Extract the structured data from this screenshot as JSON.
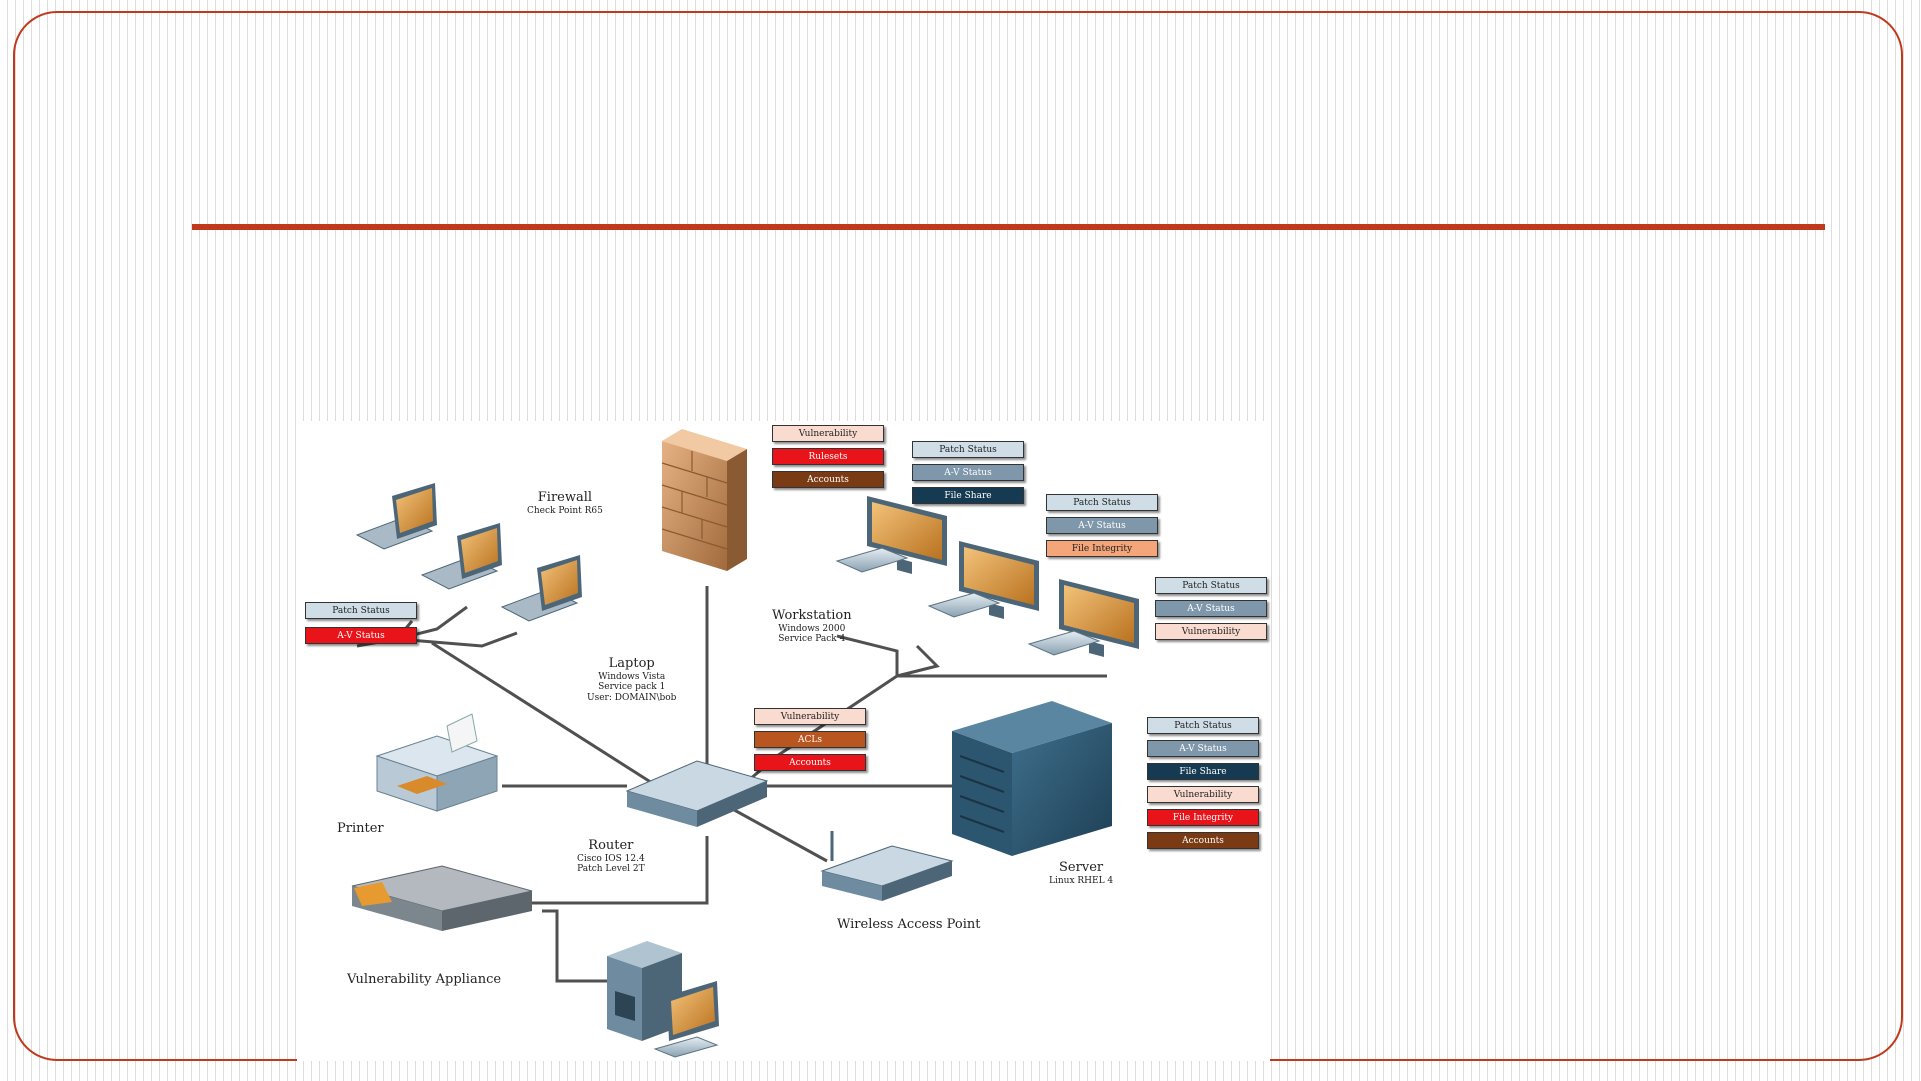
{
  "slide": {
    "accent_color": "#c0391b"
  },
  "nodes": {
    "firewall": {
      "title": "Firewall",
      "sub": [
        "Check Point R65"
      ]
    },
    "workstation": {
      "title": "Workstation",
      "sub": [
        "Windows 2000",
        "Service Pack 4"
      ]
    },
    "laptop": {
      "title": "Laptop",
      "sub": [
        "Windows Vista",
        "Service pack 1",
        "User: DOMAIN\\bob"
      ]
    },
    "printer": {
      "title": "Printer",
      "sub": []
    },
    "router": {
      "title": "Router",
      "sub": [
        "Cisco IOS 12.4",
        "Patch Level 2T"
      ]
    },
    "server": {
      "title": "Server",
      "sub": [
        "Linux RHEL 4"
      ]
    },
    "wap": {
      "title": "Wireless Access Point",
      "sub": []
    },
    "appliance": {
      "title": "Vulnerability Appliance",
      "sub": []
    }
  },
  "status_colors": {
    "light": "#cfdde6",
    "mid": "#7f97ab",
    "dark": "#153a52",
    "pink": "#fadbd0",
    "red": "#e8141a",
    "brown": "#7a3a14",
    "orange": "#b9551f",
    "peach": "#f4a57a"
  },
  "tags": {
    "firewall": [
      {
        "label": "Vulnerability",
        "color": "pink"
      },
      {
        "label": "Rulesets",
        "color": "red"
      },
      {
        "label": "Accounts",
        "color": "brown"
      }
    ],
    "ws1": [
      {
        "label": "Patch Status",
        "color": "light"
      },
      {
        "label": "A-V Status",
        "color": "mid"
      },
      {
        "label": "File Share",
        "color": "dark"
      }
    ],
    "ws2": [
      {
        "label": "Patch Status",
        "color": "light"
      },
      {
        "label": "A-V Status",
        "color": "mid"
      },
      {
        "label": "File Integrity",
        "color": "peach"
      }
    ],
    "ws3": [
      {
        "label": "Patch Status",
        "color": "light"
      },
      {
        "label": "A-V Status",
        "color": "mid"
      },
      {
        "label": "Vulnerability",
        "color": "pink"
      }
    ],
    "laptop": [
      {
        "label": "Patch Status",
        "color": "light"
      },
      {
        "label": "A-V Status",
        "color": "red"
      }
    ],
    "router": [
      {
        "label": "Vulnerability",
        "color": "pink"
      },
      {
        "label": "ACLs",
        "color": "orange"
      },
      {
        "label": "Accounts",
        "color": "red"
      }
    ],
    "server": [
      {
        "label": "Patch Status",
        "color": "light"
      },
      {
        "label": "A-V Status",
        "color": "mid"
      },
      {
        "label": "File Share",
        "color": "dark"
      },
      {
        "label": "Vulnerability",
        "color": "pink"
      },
      {
        "label": "File Integrity",
        "color": "red"
      },
      {
        "label": "Accounts",
        "color": "brown"
      }
    ]
  }
}
